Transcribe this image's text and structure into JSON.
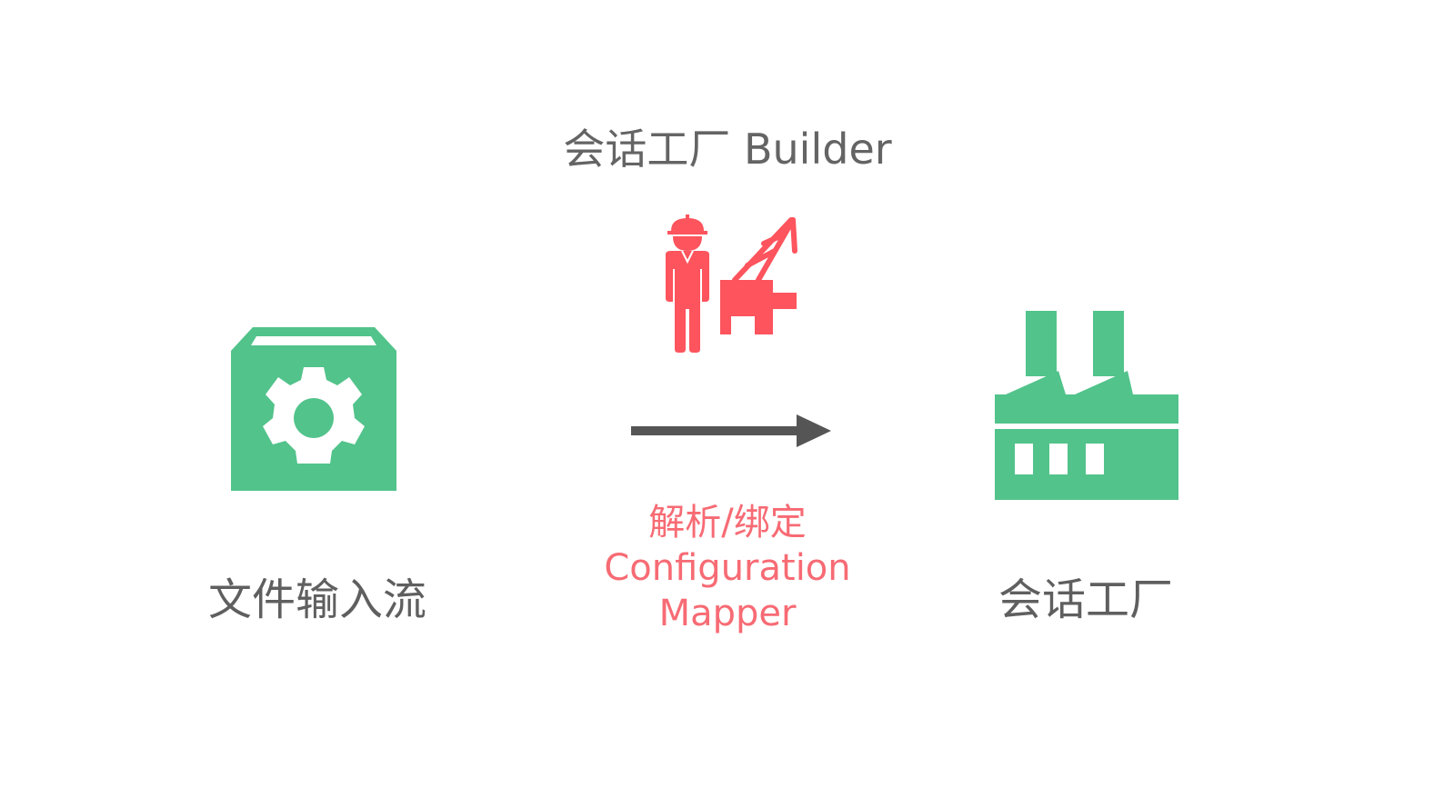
{
  "diagram": {
    "title": "会话工厂 Builder",
    "source": {
      "label": "文件输入流",
      "icon": "box-gear-icon",
      "color": "#52c38b"
    },
    "builder": {
      "icon": "worker-crane-icon",
      "color": "#fd545d"
    },
    "arrow": {
      "color": "#555555"
    },
    "process": {
      "line1": "解析/绑定",
      "line2": "Configuration",
      "line3": "Mapper",
      "color": "#f76b74"
    },
    "target": {
      "label": "会话工厂",
      "icon": "factory-icon",
      "color": "#52c38b"
    }
  }
}
